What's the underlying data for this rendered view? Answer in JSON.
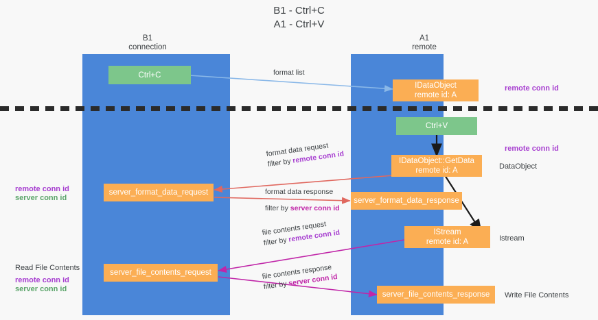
{
  "title": {
    "line1": "B1 - Ctrl+C",
    "line2": "A1 - Ctrl+V"
  },
  "columns": [
    {
      "name": "B1",
      "role": "connection"
    },
    {
      "name": "A1",
      "role": "remote"
    }
  ],
  "nodes": {
    "ctrl_c": {
      "label": "Ctrl+C"
    },
    "idataobject": {
      "label": "IDataObject",
      "sub": "remote id: A"
    },
    "ctrl_v": {
      "label": "Ctrl+V"
    },
    "getdata": {
      "label": "IDataObject::GetData",
      "sub": "remote id: A"
    },
    "fmt_req": {
      "label": "server_format_data_request"
    },
    "fmt_resp": {
      "label": "server_format_data_response"
    },
    "istream": {
      "label": "IStream",
      "sub": "remote id: A"
    },
    "file_req": {
      "label": "server_file_contents_request"
    },
    "file_resp": {
      "label": "server_file_contents_response"
    }
  },
  "edge_labels": {
    "format_list": {
      "text": "format list"
    },
    "fmt_data_request": {
      "line1": "format data request",
      "line2_pre": "filter by ",
      "line2_hl": "remote conn id"
    },
    "fmt_data_response": {
      "line1": "format data response",
      "line2_pre": "filter by ",
      "line2_hl": "server conn id"
    },
    "file_contents_request": {
      "line1": "file contents request",
      "line2_pre": "filter by ",
      "line2_hl": "remote conn id"
    },
    "file_contents_response": {
      "line1": "file contents response",
      "line2_pre": "filter by ",
      "line2_hl": "server conn id"
    }
  },
  "annotations": {
    "right_remote_conn_top": "remote conn id",
    "right_remote_conn_mid": "remote conn id",
    "right_dataobject": "DataObject",
    "right_istream": "Istream",
    "right_write_file": "Write File Contents",
    "left_remote_conn": "remote conn id",
    "left_server_conn": "server conn id",
    "left_read_file": "Read File Contents",
    "left_remote_conn2": "remote conn id",
    "left_server_conn2": "server conn id"
  },
  "colors": {
    "lane": "#4a86d8",
    "node_green": "#7dc68b",
    "node_orange": "#fbae54",
    "accent_purple": "#a73fd0",
    "accent_green": "#5aa469",
    "accent_magenta": "#c026a8",
    "edge_blue": "#8ab8e8",
    "edge_red": "#e0685f",
    "edge_magenta": "#c026a8",
    "edge_black": "#1a1a1a",
    "background": "#f8f8f8"
  }
}
